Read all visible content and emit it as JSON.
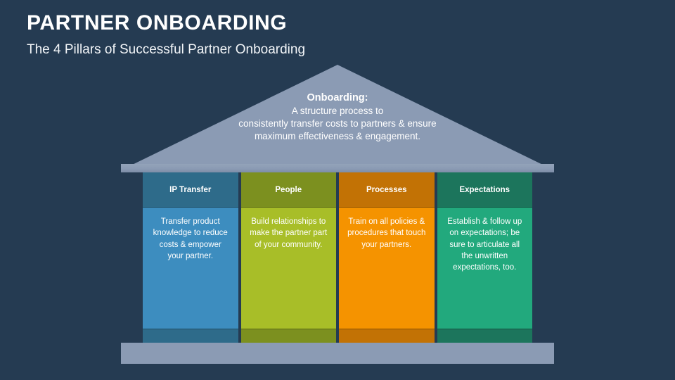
{
  "slide": {
    "title": "PARTNER ONBOARDING",
    "subtitle": "The 4 Pillars of Successful Partner Onboarding",
    "background_color": "#253b52"
  },
  "roof": {
    "heading": "Onboarding:",
    "lines": [
      "A structure process to",
      "consistently transfer costs to partners & ensure",
      "maximum effectiveness & engagement."
    ],
    "color": "#8b9bb4"
  },
  "lintel": {
    "color": "#8b9bb4"
  },
  "base": {
    "color": "#8b9bb4"
  },
  "pillars": [
    {
      "header": "IP Transfer",
      "body": "Transfer product knowledge to reduce costs & empower your partner.",
      "head_color": "#2e6b8a",
      "body_color": "#3d8dbf",
      "foot_color": "#2e6b8a"
    },
    {
      "header": "People",
      "body": "Build relationships to make the partner part of your community.",
      "head_color": "#7c901f",
      "body_color": "#a8be28",
      "foot_color": "#7c901f"
    },
    {
      "header": "Processes",
      "body": "Train on all policies & procedures that touch your partners.",
      "head_color": "#c27205",
      "body_color": "#f59300",
      "foot_color": "#c27205"
    },
    {
      "header": "Expectations",
      "body": "Establish & follow up on expectations; be sure to articulate all the unwritten expectations, too.",
      "head_color": "#1c755c",
      "body_color": "#22a97d",
      "foot_color": "#1c755c"
    }
  ]
}
